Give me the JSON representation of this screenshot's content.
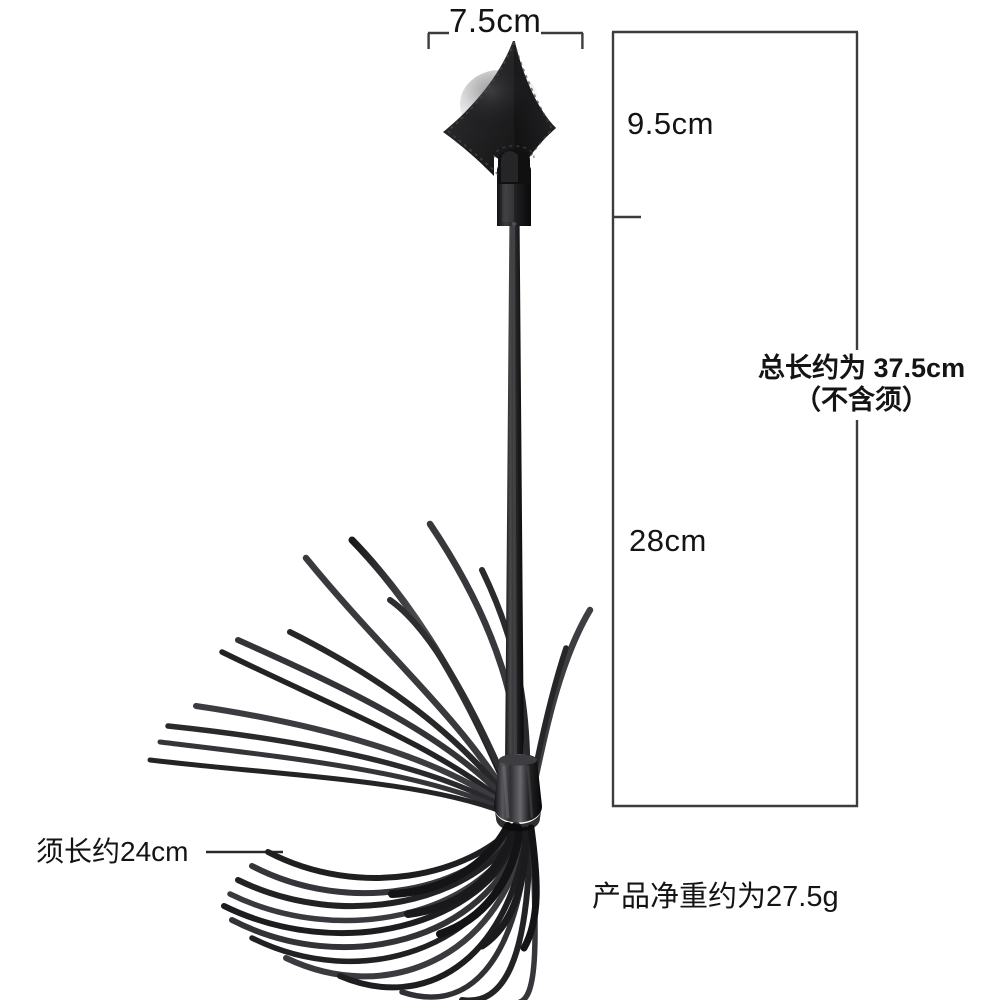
{
  "diagram": {
    "title": "Leather spade-tip riding crop / flogger dimension diagram",
    "background_color": "#ffffff",
    "line_color": "#3c3c3c",
    "text_color": "#141414",
    "product_color": "#2b2b2d"
  },
  "measurements": {
    "head_width": "7.5cm",
    "head_height": "9.5cm",
    "shaft_length": "28cm",
    "total_length_line1": "总长约为 37.5cm",
    "total_length_line2": "（不含须）",
    "tassel_length": "须长约24cm",
    "net_weight": "产品净重约为27.5g"
  },
  "annotations": {
    "width_bracket": "top horizontal bracket spanning the spade head width",
    "vertical_scale": "right-side open rectangle marking total length",
    "head_tick": "tick mark at the base of the spade head",
    "tassel_leader": "leader line from the tassel label to the fringe"
  }
}
